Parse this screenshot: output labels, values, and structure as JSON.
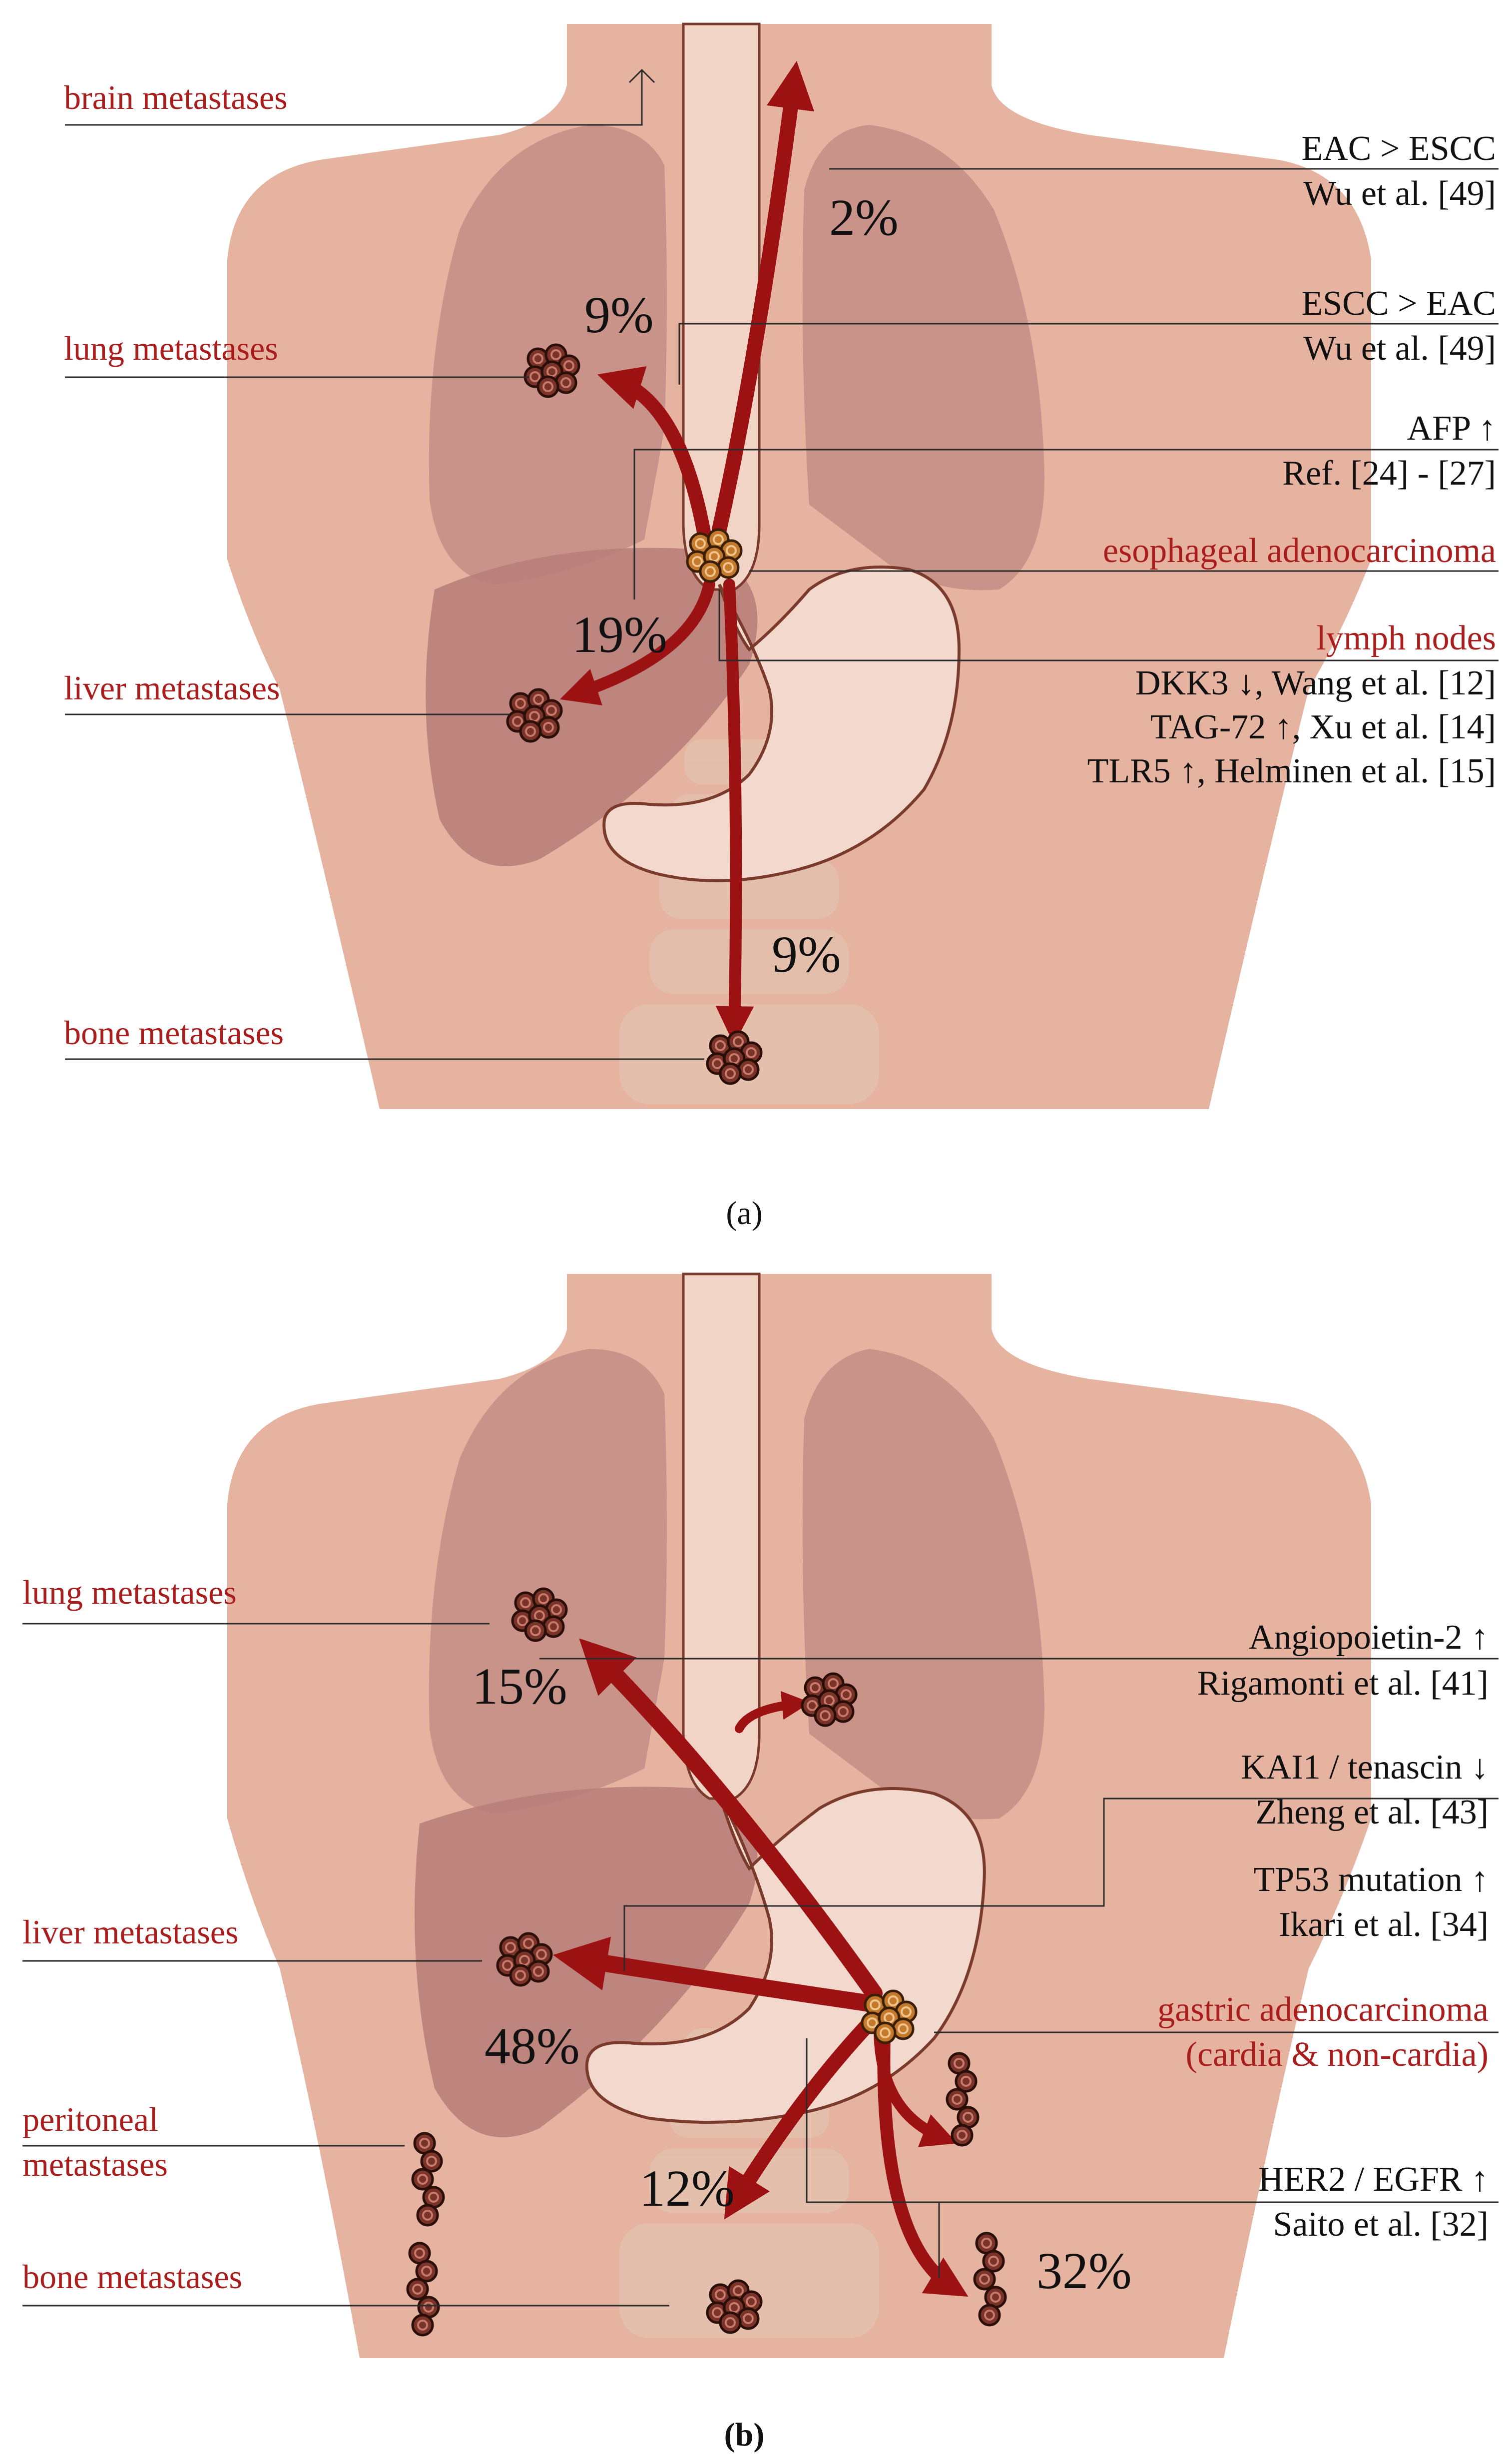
{
  "panel_a": {
    "caption": "(a)",
    "left_labels": {
      "brain": "brain metastases",
      "lung": "lung metastases",
      "liver": "liver metastases",
      "bone": "bone metastases"
    },
    "percentages": {
      "brain": "2%",
      "lung": "9%",
      "liver": "19%",
      "bone": "9%"
    },
    "right_annotations": {
      "eac_gt_escc": "EAC > ESCC",
      "wu_1": "Wu et al. [49]",
      "escc_gt_eac": "ESCC > EAC",
      "wu_2": "Wu et al. [49]",
      "afp": "AFP ↑",
      "ref": "Ref. [24] - [27]",
      "primary": "esophageal adenocarcinoma",
      "lymph": "lymph nodes",
      "dkk3": "DKK3 ↓, Wang et al. [12]",
      "tag72": "TAG-72 ↑, Xu et al. [14]",
      "tlr5": "TLR5 ↑, Helminen et al. [15]"
    }
  },
  "panel_b": {
    "caption": "(b)",
    "left_labels": {
      "lung": "lung metastases",
      "liver": "liver metastases",
      "peritoneal_1": "peritoneal",
      "peritoneal_2": "metastases",
      "bone": "bone metastases"
    },
    "percentages": {
      "lung": "15%",
      "liver": "48%",
      "bone": "12%",
      "peritoneal": "32%"
    },
    "right_annotations": {
      "ang2": "Angiopoietin-2 ↑",
      "rigamonti": "Rigamonti et al. [41]",
      "kai1": "KAI1 / tenascin ↓",
      "zheng": "Zheng et al. [43]",
      "tp53": "TP53 mutation ↑",
      "ikari": "Ikari et al. [34]",
      "primary_1": "gastric adenocarcinoma",
      "primary_2": "(cardia & non-cardia)",
      "her2": "HER2 / EGFR ↑",
      "saito": "Saito et al. [32]"
    }
  },
  "colors": {
    "skin": "#e6b3a0",
    "lung": "#c48d86",
    "liver": "#b8807a",
    "stomach": "#f3d8cd",
    "arrow": "#9c1111",
    "label_red": "#a91d1d",
    "tumor_primary": "#c47a2c",
    "tumor_metastasis": "#7a3328"
  }
}
